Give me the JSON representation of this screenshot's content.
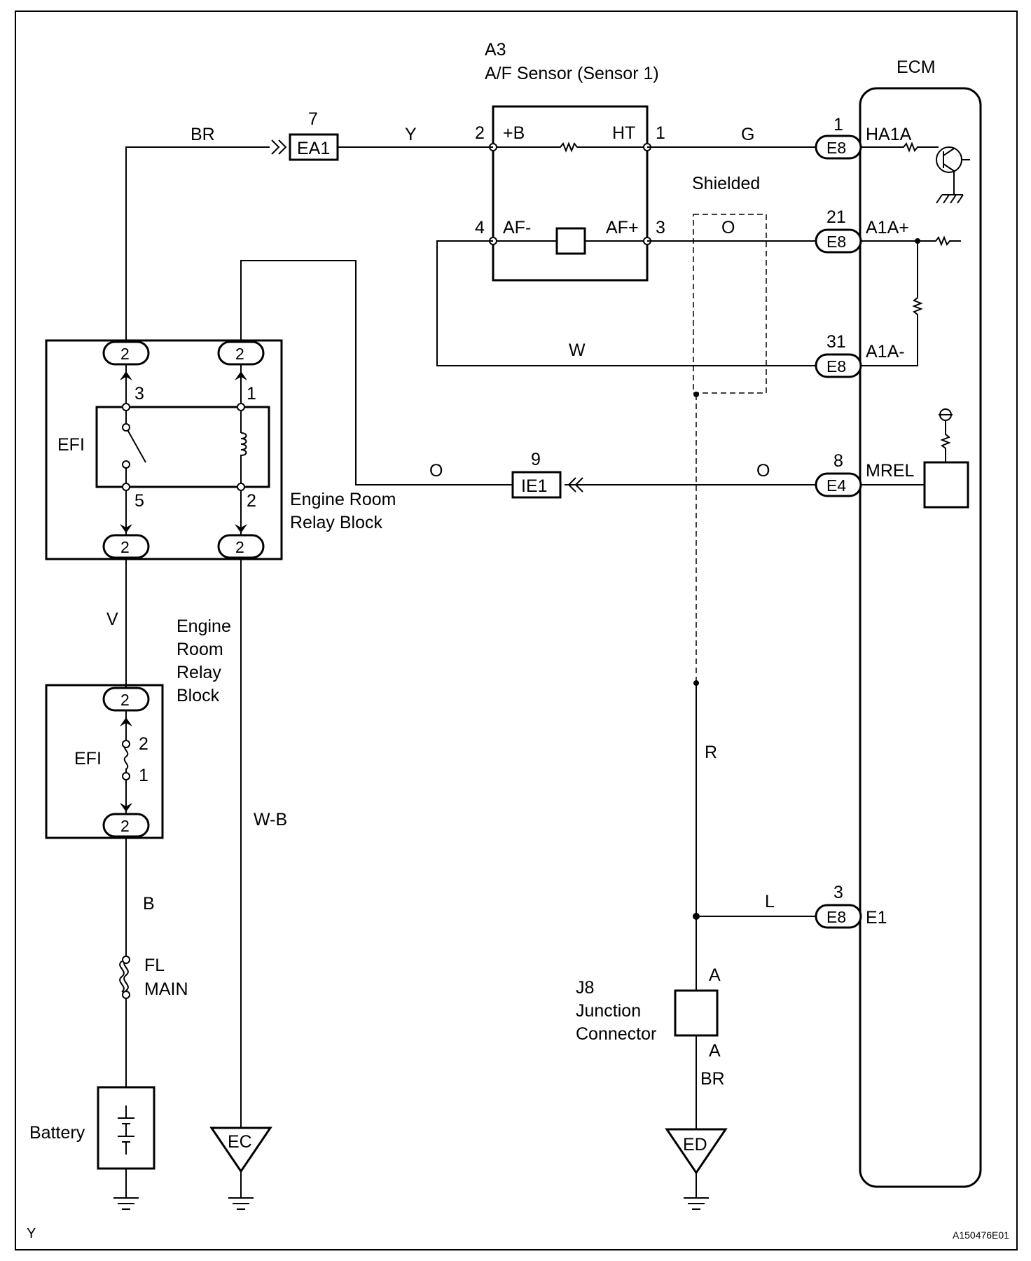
{
  "components": {
    "sensor_id": "A3",
    "sensor_name": "A/F Sensor (Sensor 1)",
    "ecm": "ECM",
    "shielded": "Shielded",
    "relay_block_upper": [
      "Engine Room",
      "Relay Block"
    ],
    "relay_block_lower": [
      "Engine",
      "Room",
      "Relay",
      "Block"
    ],
    "efi_relay": "EFI",
    "efi_fuse": "EFI",
    "fl_main": [
      "FL",
      "MAIN"
    ],
    "battery": "Battery",
    "junction": [
      "J8",
      "Junction",
      "Connector"
    ]
  },
  "wires": {
    "br_top": "BR",
    "y": "Y",
    "g": "G",
    "o_shield": "O",
    "w": "W",
    "o_left": "O",
    "o_right": "O",
    "v": "V",
    "wb": "W-B",
    "b": "B",
    "r": "R",
    "l": "L",
    "br_bottom": "BR"
  },
  "connectors": {
    "ea1": "EA1",
    "ea1_pin": "7",
    "ie1": "IE1",
    "ie1_pin": "9",
    "e8_ht": "E8",
    "e8_ht_pin": "1",
    "e8_a1p": "E8",
    "e8_a1p_pin": "21",
    "e8_a1m": "E8",
    "e8_a1m_pin": "31",
    "e4_mrel": "E4",
    "e4_mrel_pin": "8",
    "e8_e1": "E8",
    "e8_e1_pin": "3",
    "relay_conn": "2",
    "fuse_conn": "2"
  },
  "pins": {
    "sensor_b_num": "2",
    "sensor_b": "+B",
    "sensor_ht": "HT",
    "sensor_ht_num": "1",
    "sensor_afm_num": "4",
    "sensor_afm": "AF-",
    "sensor_afp": "AF+",
    "sensor_afp_num": "3",
    "ecm_ha1a": "HA1A",
    "ecm_a1ap": "A1A+",
    "ecm_a1am": "A1A-",
    "ecm_mrel": "MREL",
    "ecm_e1": "E1",
    "relay_3": "3",
    "relay_5": "5",
    "relay_1": "1",
    "relay_2": "2",
    "fuse_2": "2",
    "fuse_1": "1",
    "junction_a_top": "A",
    "junction_a_bottom": "A"
  },
  "grounds": {
    "ec": "EC",
    "ed": "ED"
  },
  "footer": {
    "left": "Y",
    "code": "A150476E01"
  }
}
